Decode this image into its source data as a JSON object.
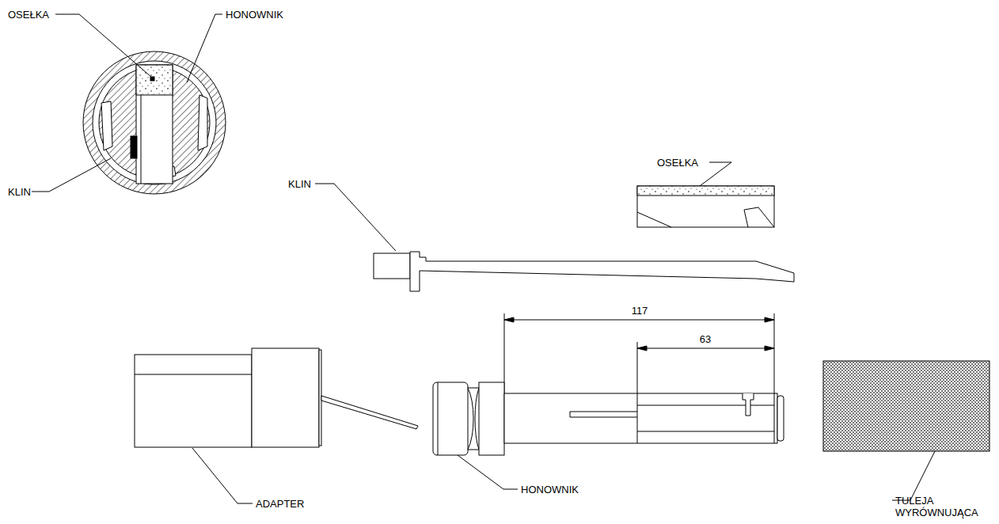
{
  "diagram": {
    "labels": [
      "OSEŁKA",
      "HONOWNIK",
      "KLIN",
      "KLIN",
      "OSEŁKA",
      "117",
      "63",
      "ADAPTER",
      "HONOWNIK",
      "TULEJA WYRÓWNUJĄCA"
    ]
  }
}
